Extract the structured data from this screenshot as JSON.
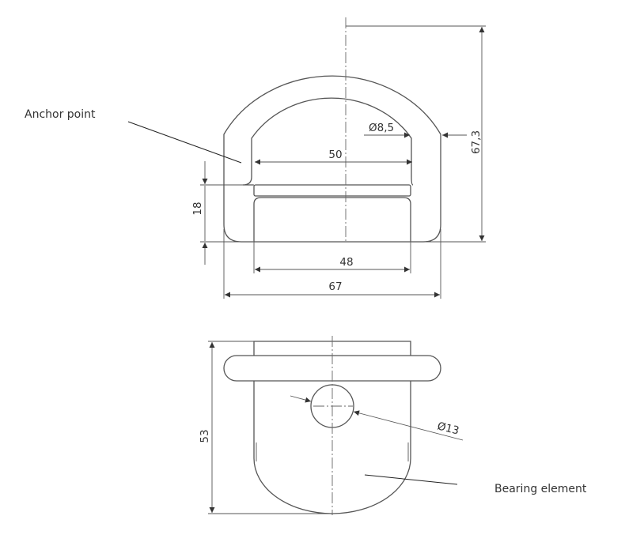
{
  "labels": {
    "anchor_point": "Anchor point",
    "bearing_element": "Bearing element"
  },
  "dimensions": {
    "ring_inner_width": "50",
    "ring_wire_diameter": "Ø8,5",
    "overall_height": "67,3",
    "base_height": "18",
    "base_width": "48",
    "overall_width": "67",
    "bottom_height": "53",
    "hole_diameter": "Ø13"
  },
  "colors": {
    "line": "#555555",
    "text": "#333333",
    "background": "#ffffff"
  }
}
